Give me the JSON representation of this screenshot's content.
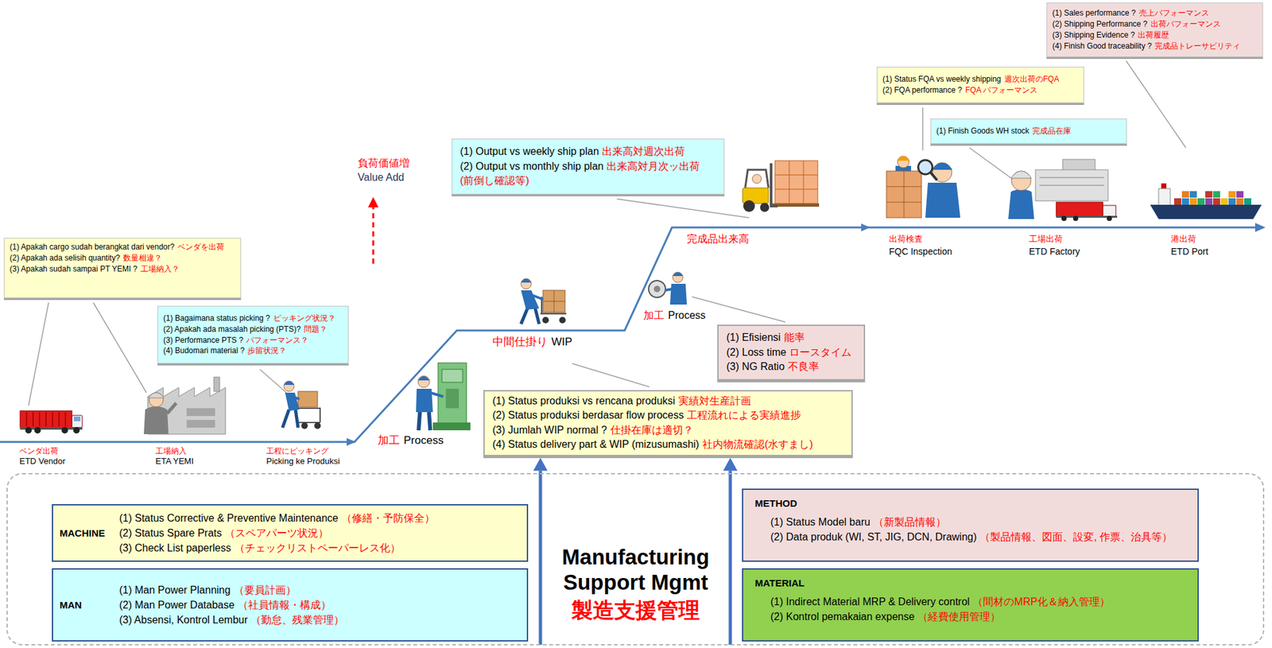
{
  "diagram": {
    "nodes": [
      {
        "text": [
          "(1) Apakah cargo sudah berangkat dari vendor?",
          "ベンダを出荷",
          "(2) Apakah ada selisih quantity?",
          "数量相違？",
          "(3) Apakah sudah sampai PT YEMI ?",
          "工場納入？"
        ]
      },
      {
        "text": [
          "(1) Bagaimana status picking ?",
          "ピッキング状況？",
          "(2) Apakah ada masalah picking (PTS)?",
          "問題？",
          "(3) Performance PTS ?",
          "パフォーマンス？",
          "(4) Budomari material ?",
          "歩留状況？"
        ]
      },
      {
        "text": [
          "(1) Output vs weekly ship plan",
          "出来高対週次出荷",
          "(2) Output vs monthly ship plan",
          "出来高対月次ッ出荷 (前倒し確認等)"
        ]
      },
      {
        "text": [
          "(1) Efisiensi",
          "能率",
          "(2) Loss time",
          "ロースタイム",
          "(3) NG Ratio",
          "不良率"
        ]
      },
      {
        "text": [
          "(1) Status produksi vs rencana produksi",
          "実績対生産計画",
          "(2) Status produksi berdasar flow process",
          "工程流れによる実績進捗",
          "(3) Jumlah WIP normal ?",
          "仕掛在庫は適切？",
          "(4) Status delivery part & WIP (mizusumashi)",
          "社内物流確認(水すまし)"
        ]
      },
      {
        "text": [
          "(1) Status FQA vs weekly shipping",
          "週次出荷のFQA",
          "(2) FQA performance ?",
          "FQA パフォーマンス"
        ]
      },
      {
        "text": [
          "(1) Finish Goods WH stock",
          "完成品在庫"
        ]
      },
      {
        "text": [
          "(1) Sales performance ?",
          "売上パフォーマンス",
          "(2) Shipping Performance ?",
          "出荷パフォーマンス",
          "(3) Shipping Evidence ?",
          "出荷履歴",
          "(4) Finish Good traceability ?",
          "完成品トレーサビリティ"
        ]
      },
      {
        "text": [
          "Manufacturing Support Mgmt",
          "製造支援管理"
        ]
      },
      {
        "text": [
          "MACHINE",
          "(1) Status Corrective & Preventive Maintenance",
          "（修繕・予防保全）",
          "(2) Status Spare Prats",
          "（スペアパーツ状況）",
          "(3) Check List paperless",
          "（チェックリストペーパーレス化）"
        ],
        "in": 8
      },
      {
        "text": [
          "MAN",
          "(1) Man Power Planning",
          "（要員計画）",
          "(2) Man Power Database",
          "（社員情報・構成）",
          "(3) Absensi, Kontrol Lembur",
          "（勤怠、残業管理）"
        ],
        "in": 8
      },
      {
        "text": [
          "METHOD",
          "(1) Status Model baru",
          "（新製品情報）",
          "(2) Data produk (WI, ST, JIG, DCN, Drawing)",
          "（製品情報、図面、設変, 作票、治具等）"
        ],
        "in": 8
      },
      {
        "text": [
          "MATERIAL",
          "(1) Indirect Material MRP & Delivery control",
          "（間材のMRP化＆納入管理）",
          "(2) Kontrol pemakaian expense",
          "（経費使用管理）"
        ],
        "in": 8
      }
    ],
    "edges": [
      {
        "from": 8,
        "to": 4,
        "arrow": "to"
      },
      {
        "from": 8,
        "to": 4,
        "arrow": "to"
      }
    ],
    "labels": [
      "負荷価値増",
      "Value Add",
      "ベンダ出荷",
      "ETD Vendor",
      "工場納入",
      "ETA YEMI",
      "工程にピッキング",
      "Picking ke Produksi",
      "加工",
      "Process",
      "中間仕掛り",
      "WIP",
      "加工",
      "Process",
      "完成品出来高",
      "出荷検査",
      "FQC Inspection",
      "工場出荷",
      "ETD Factory",
      "港出荷",
      "ETD Port"
    ]
  }
}
